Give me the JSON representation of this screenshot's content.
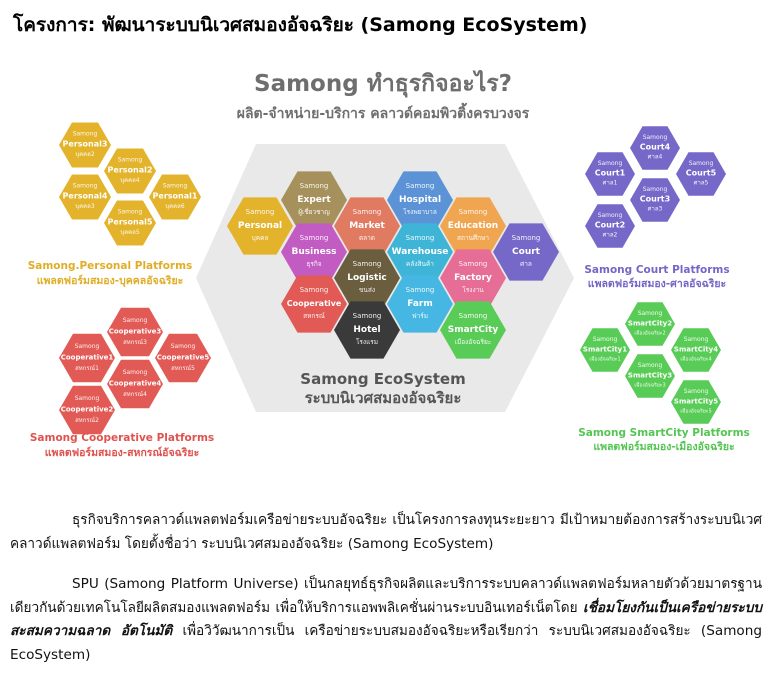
{
  "page": {
    "title": "โครงการ: พัฒนาระบบนิเวศสมองอัจฉริยะ (Samong EcoSystem)"
  },
  "diagram": {
    "heading": "Samong ทำธุรกิจอะไร?",
    "subheading": "ผลิต-จำหน่าย-บริการ คลาวด์คอมพิวติ้งครบวงจร",
    "center_caption_en": "Samong EcoSystem",
    "center_caption_th": "ระบบนิเวศสมองอัจฉริยะ",
    "platforms": {
      "personal": {
        "title_en": "Samong.Personal Platforms",
        "title_th": "แพลตฟอร์มสมอง-บุคคลอัจฉริยะ"
      },
      "cooperative": {
        "title_en": "Samong Cooperative Platforms",
        "title_th": "แพลตฟอร์มสมอง-สหกรณ์อัจฉริยะ"
      },
      "court": {
        "title_en": "Samong Court Platforms",
        "title_th": "แพลตฟอร์มสมอง-ศาลอัจฉริยะ"
      },
      "smartcity": {
        "title_en": "Samong SmartCity Platforms",
        "title_th": "แพลตฟอร์มสมอง-เมืองอัจฉริยะ"
      }
    },
    "hex_prefix": "Samong",
    "hexagons": [
      {
        "id": "personal3",
        "group": "personal",
        "name": "Personal3",
        "th": "บุคคล2",
        "color": "#e3b32c"
      },
      {
        "id": "personal2",
        "group": "personal",
        "name": "Personal2",
        "th": "บุคคล4",
        "color": "#e3b32c"
      },
      {
        "id": "personal4",
        "group": "personal",
        "name": "Personal4",
        "th": "บุคคล3",
        "color": "#e3b32c"
      },
      {
        "id": "personal1",
        "group": "personal",
        "name": "Personal1",
        "th": "บุคคล6",
        "color": "#e3b32c"
      },
      {
        "id": "personal5",
        "group": "personal",
        "name": "Personal5",
        "th": "บุคคล5",
        "color": "#e3b32c"
      },
      {
        "id": "coop3",
        "group": "cooperative",
        "name": "Cooperative3",
        "th": "สหกรณ์3",
        "color": "#e25a55"
      },
      {
        "id": "coop1",
        "group": "cooperative",
        "name": "Cooperative1",
        "th": "สหกรณ์1",
        "color": "#e25a55"
      },
      {
        "id": "coop5",
        "group": "cooperative",
        "name": "Cooperative5",
        "th": "สหกรณ์5",
        "color": "#e25a55"
      },
      {
        "id": "coop4",
        "group": "cooperative",
        "name": "Cooperative4",
        "th": "สหกรณ์4",
        "color": "#e25a55"
      },
      {
        "id": "coop2",
        "group": "cooperative",
        "name": "Cooperative2",
        "th": "สหกรณ์2",
        "color": "#e25a55"
      },
      {
        "id": "court1",
        "group": "court",
        "name": "Court1",
        "th": "ศาล1",
        "color": "#7668c9"
      },
      {
        "id": "court4",
        "group": "court",
        "name": "Court4",
        "th": "ศาล4",
        "color": "#7668c9"
      },
      {
        "id": "court5",
        "group": "court",
        "name": "Court5",
        "th": "ศาล5",
        "color": "#7668c9"
      },
      {
        "id": "court3",
        "group": "court",
        "name": "Court3",
        "th": "ศาล3",
        "color": "#7668c9"
      },
      {
        "id": "court2",
        "group": "court",
        "name": "Court2",
        "th": "ศาล2",
        "color": "#7668c9"
      },
      {
        "id": "city2",
        "group": "smartcity",
        "name": "SmartCity2",
        "th": "เมืองอัจฉริยะ2",
        "color": "#59cc57"
      },
      {
        "id": "city1",
        "group": "smartcity",
        "name": "SmartCity1",
        "th": "เมืองอัจฉริยะ1",
        "color": "#59cc57"
      },
      {
        "id": "city4",
        "group": "smartcity",
        "name": "SmartCity4",
        "th": "เมืองอัจฉริยะ4",
        "color": "#59cc57"
      },
      {
        "id": "city3",
        "group": "smartcity",
        "name": "SmartCity3",
        "th": "เมืองอัจฉริยะ3",
        "color": "#59cc57"
      },
      {
        "id": "city5",
        "group": "smartcity",
        "name": "SmartCity5",
        "th": "เมืองอัจฉริยะ5",
        "color": "#59cc57"
      },
      {
        "id": "expert",
        "group": "core",
        "name": "Expert",
        "th": "ผู้เชี่ยวชาญ",
        "color": "#a6915c"
      },
      {
        "id": "hospital",
        "group": "core",
        "name": "Hospital",
        "th": "โรงพยาบาล",
        "color": "#5b93d6"
      },
      {
        "id": "personal",
        "group": "core",
        "name": "Personal",
        "th": "บุคคล",
        "color": "#e3b32c"
      },
      {
        "id": "market",
        "group": "core",
        "name": "Market",
        "th": "ตลาด",
        "color": "#e07b62"
      },
      {
        "id": "education",
        "group": "core",
        "name": "Education",
        "th": "สถานศึกษา",
        "color": "#f0a650"
      },
      {
        "id": "business",
        "group": "core",
        "name": "Business",
        "th": "ธุรกิจ",
        "color": "#c25cc2"
      },
      {
        "id": "warehouse",
        "group": "core",
        "name": "Warehouse",
        "th": "คลังสินค้า",
        "color": "#3eb5d6"
      },
      {
        "id": "court",
        "group": "core",
        "name": "Court",
        "th": "ศาล",
        "color": "#7668c9"
      },
      {
        "id": "logistic",
        "group": "core",
        "name": "Logistic",
        "th": "ขนส่ง",
        "color": "#6a5e3e"
      },
      {
        "id": "factory",
        "group": "core",
        "name": "Factory",
        "th": "โรงงาน",
        "color": "#e66d95"
      },
      {
        "id": "cooperative",
        "group": "core",
        "name": "Cooperative",
        "th": "สหกรณ์",
        "color": "#e25a55"
      },
      {
        "id": "farm",
        "group": "core",
        "name": "Farm",
        "th": "ฟาร์ม",
        "color": "#46b7e2"
      },
      {
        "id": "hotel",
        "group": "core",
        "name": "Hotel",
        "th": "โรงแรม",
        "color": "#3a3a3a"
      },
      {
        "id": "smartcity",
        "group": "core",
        "name": "SmartCity",
        "th": "เมืองอัจฉริยะ",
        "color": "#59cc57"
      }
    ]
  },
  "paragraphs": {
    "p1": "ธุรกิจบริการคลาวด์แพลตฟอร์มเครือข่ายระบบอัจฉริยะ เป็นโครงการลงทุนระยะยาว มีเป้าหมายต้องการสร้างระบบนิเวศคลาวด์แพลตฟอร์ม โดยตั้งชื่อว่า ระบบนิเวศสมองอัจฉริยะ (Samong EcoSystem)",
    "p2_a": "SPU (Samong Platform Universe) เป็นกลยุทธ์ธุรกิจผลิตและบริการระบบคลาวด์แพลตฟอร์มหลายตัวด้วยมาตรฐานเดียวกันด้วยเทคโนโลยีผลิตสมองแพลตฟอร์ม เพื่อให้บริการแอพพลิเคชั่นผ่านระบบอินเทอร์เน็ตโดย ",
    "p2_em": "เชื่อมโยงกันเป็นเครือข่ายระบบ สะสมความฉลาด อัตโนมัติ",
    "p2_b": " เพื่อวิวัฒนาการเป็น เครือข่ายระบบสมองอัจฉริยะหรือเรียกว่า ระบบนิเวศสมองอัจฉริยะ (Samong EcoSystem)"
  }
}
